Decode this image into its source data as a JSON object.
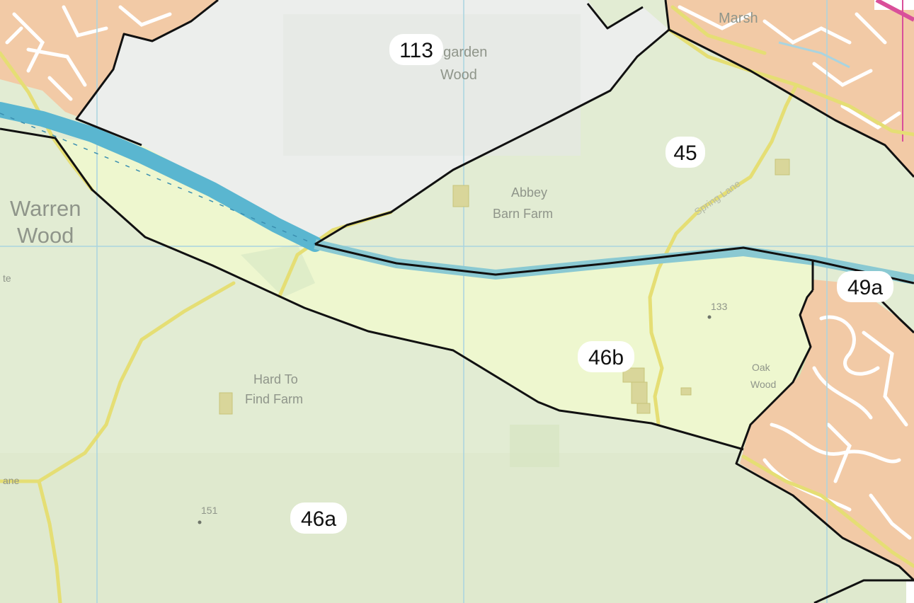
{
  "place_names": {
    "marsh": "Marsh",
    "wood_north": "ngarden",
    "wood_north_2": "Wood",
    "warren_1": "Warren",
    "warren_2": "Wood",
    "abbey_1": "Abbey",
    "abbey_2": "Barn Farm",
    "hard_1": "Hard To",
    "hard_2": "Find Farm",
    "oak_1": "Oak",
    "oak_2": "Wood",
    "spring_lane": "Spring Lane",
    "edge_left_1": "te",
    "edge_left_2": "ane"
  },
  "spot_heights": {
    "east": "133",
    "south": "151"
  },
  "zone_labels": {
    "z113": "113",
    "z45": "45",
    "z46b": "46b",
    "z49a": "49a",
    "z46a": "46a"
  },
  "colors": {
    "base_green": "#e2ecd3",
    "highlight_zone": "#eef7cf",
    "urban": "#f2caa6",
    "wood_grey": "#eceeec",
    "canal": "#5ab6d0",
    "road": "#e5de74",
    "grid": "#a9d4e0",
    "boundary": "#111111"
  }
}
